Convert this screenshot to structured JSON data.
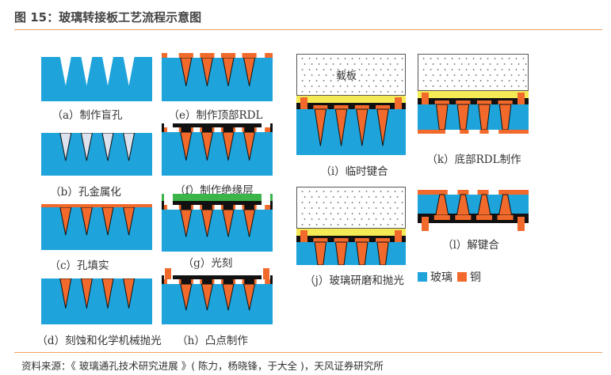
{
  "header": {
    "title": "图 15：玻璃转接板工艺流程示意图"
  },
  "panels": [
    {
      "id": "a",
      "label": "（a）制作盲孔"
    },
    {
      "id": "b",
      "label": "（b）孔金属化"
    },
    {
      "id": "c",
      "label": "（c）孔填实"
    },
    {
      "id": "d",
      "label": "（d）刻蚀和化学机械抛光"
    },
    {
      "id": "e",
      "label": "（e）制作顶部RDL"
    },
    {
      "id": "f",
      "label": "（f）制作绝缘层"
    },
    {
      "id": "g",
      "label": "（g）光刻"
    },
    {
      "id": "h",
      "label": "（h）凸点制作"
    },
    {
      "id": "i",
      "label": "（i）临时键合"
    },
    {
      "id": "j",
      "label": "（j）玻璃研磨和抛光"
    },
    {
      "id": "k",
      "label": "（k）底部RDL制作"
    },
    {
      "id": "l",
      "label": "（l）解键合"
    }
  ],
  "carrier_label": "载板",
  "legend": [
    {
      "label": "玻璃",
      "color": "#1ea3db"
    },
    {
      "label": "铜",
      "color": "#f26a2b"
    }
  ],
  "colors": {
    "glass": "#1ea3db",
    "copper": "#f26a2b",
    "insulator": "#111111",
    "adhesive": "#f3ea55",
    "resist": "#3bb54a",
    "accent": "#f0a060"
  },
  "footer": {
    "source": "资料来源：《 玻璃通孔技术研究进展 》( 陈力，杨晓锋，于大全 )，天风证券研究所"
  }
}
